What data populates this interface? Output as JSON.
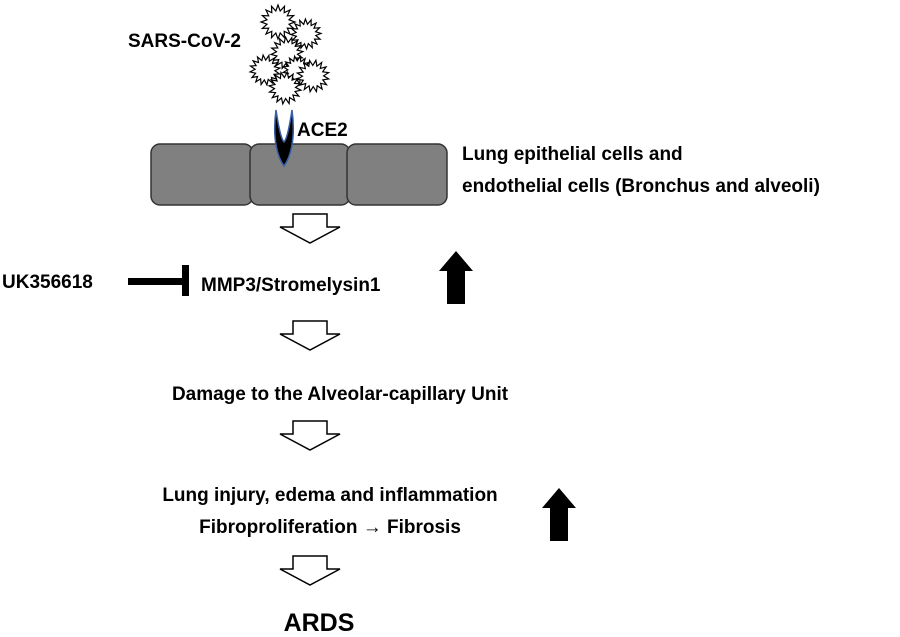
{
  "labels": {
    "virus": "SARS-CoV-2",
    "receptor": "ACE2",
    "cells_line1": "Lung epithelial cells and",
    "cells_line2": "endothelial cells (Bronchus and alveoli)",
    "inhibitor": "UK356618",
    "target": "MMP3/Stromelysin1",
    "damage": "Damage to the Alveolar-capillary Unit",
    "injury_line1": "Lung injury, edema and inflammation",
    "injury_line2": "Fibroproliferation → Fibrosis",
    "outcome": "ARDS"
  },
  "colors": {
    "cell_fill": "#808080",
    "receptor_fill": "#000000",
    "receptor_edge": "#3a5fa8",
    "text": "#000000",
    "arrow_fill": "#ffffff"
  }
}
